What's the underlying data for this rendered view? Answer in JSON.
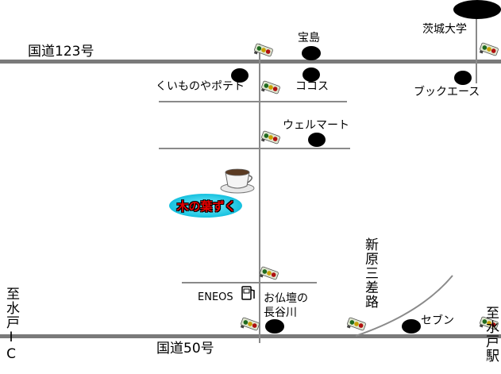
{
  "roads": {
    "route123": "国道123号",
    "route50": "国道50号",
    "shinhara": "新原三差路"
  },
  "directions": {
    "mito_ic": "至水戸IC",
    "mito_station": "至水戸駅"
  },
  "shop": {
    "name": "木の葉ずく",
    "name_color": "#e40000",
    "badge_color": "#00c8e6",
    "icon": "coffee-cup-icon"
  },
  "landmarks": {
    "takarajima": "宝島",
    "ibaraki_univ": "茨城大学",
    "kuimonoya": "くいものやポテト",
    "cocos": "ココス",
    "book_ace": "ブックエース",
    "welmart": "ウェルマート",
    "eneos": "ENEOS",
    "butsudan_1": "お仏壇の",
    "butsudan_2": "長谷川",
    "seven": "セブン"
  },
  "icons": {
    "traffic_signal": "traffic-signal-icon",
    "gas_station": "fuel-pump-icon"
  }
}
